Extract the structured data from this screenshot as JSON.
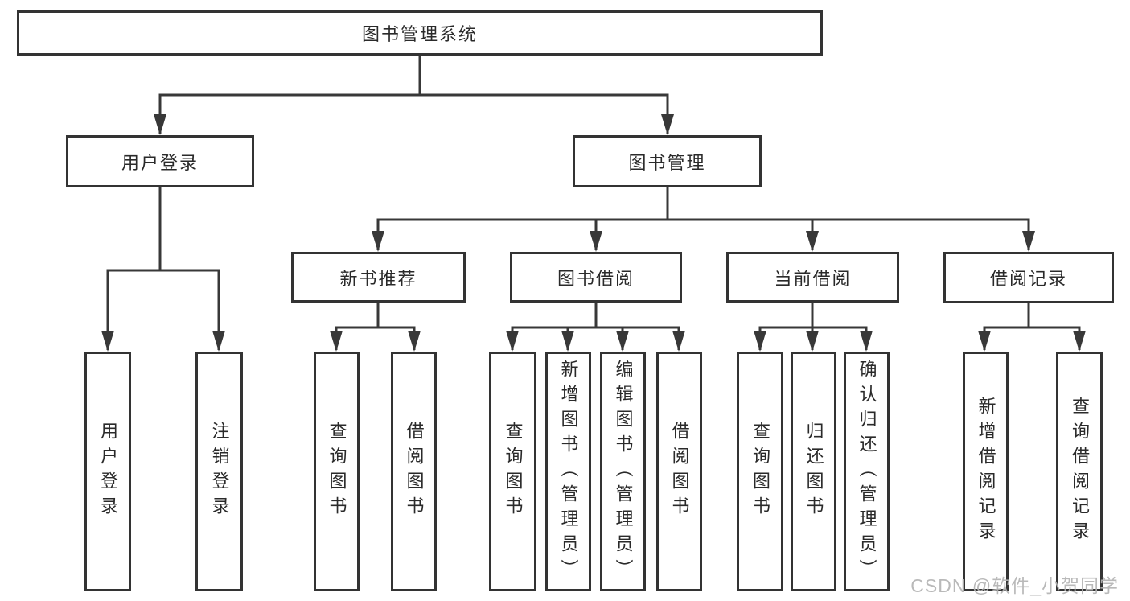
{
  "tree": {
    "root": "图书管理系统",
    "branches": [
      {
        "label": "用户登录",
        "children": [
          "用户登录",
          "注销登录"
        ]
      },
      {
        "label": "图书管理",
        "groups": [
          {
            "label": "新书推荐",
            "children": [
              "查询图书",
              "借阅图书"
            ]
          },
          {
            "label": "图书借阅",
            "children": [
              "查询图书",
              "新增图书（管理员）",
              "编辑图书（管理员）",
              "借阅图书"
            ]
          },
          {
            "label": "当前借阅",
            "children": [
              "查询图书",
              "归还图书",
              "确认归还（管理员）"
            ]
          },
          {
            "label": "借阅记录",
            "children": [
              "新增借阅记录",
              "查询借阅记录"
            ]
          }
        ]
      }
    ]
  },
  "watermark": "CSDN @软件_小贺同学",
  "colors": {
    "line": "#383838",
    "box_border": "#333333",
    "box_fill": "#ffffff",
    "text": "#2a2a2a",
    "watermark": "#b4b4b4"
  }
}
